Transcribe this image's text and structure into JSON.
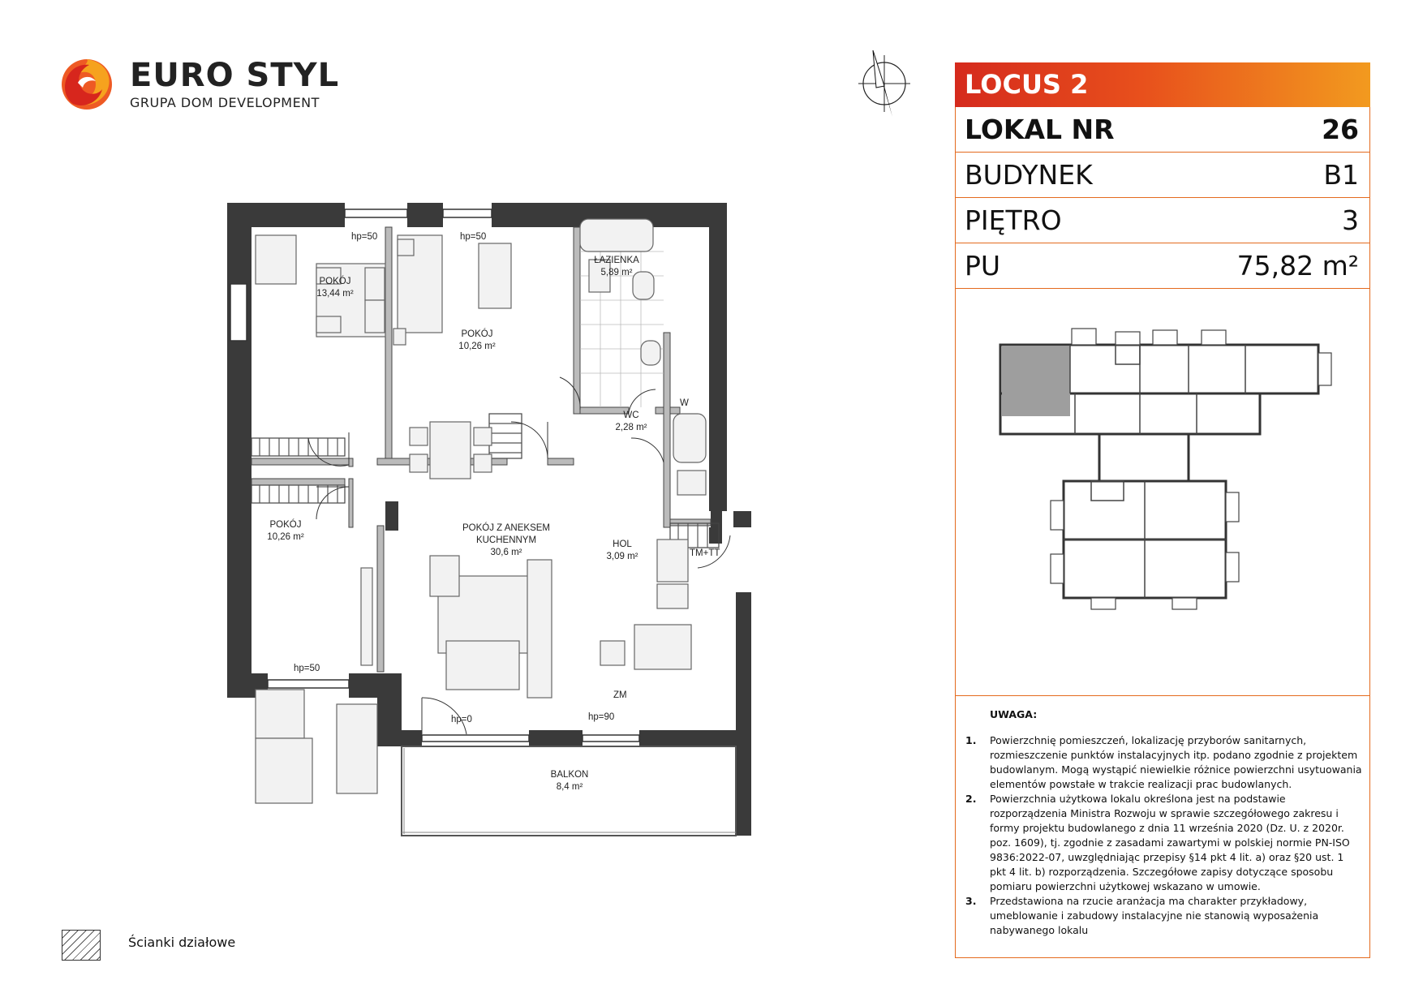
{
  "brand": {
    "name": "EURO STYL",
    "tagline": "GRUPA DOM DEVELOPMENT",
    "colors": {
      "accent_red": "#d52a1d",
      "accent_orange": "#f29a1f",
      "wall": "#3a3a3a"
    }
  },
  "info": {
    "project": "LOCUS 2",
    "rows": [
      {
        "label": "LOKAL NR",
        "value": "26"
      },
      {
        "label": "BUDYNEK",
        "value": "B1"
      },
      {
        "label": "PIĘTRO",
        "value": "3"
      },
      {
        "label": "PU",
        "value": "75,82 m²"
      }
    ]
  },
  "rooms": {
    "pokoj1": {
      "name": "POKÓJ",
      "area": "13,44 m²"
    },
    "pokoj2": {
      "name": "POKÓJ",
      "area": "10,26 m²"
    },
    "lazienka": {
      "name": "ŁAZIENKA",
      "area": "5,89 m²"
    },
    "wc": {
      "name": "WC",
      "area": "2,28 m²"
    },
    "pokoj3": {
      "name": "POKÓJ",
      "area": "10,26 m²"
    },
    "salon": {
      "name1": "POKÓJ Z ANEKSEM",
      "name2": "KUCHENNYM",
      "area": "30,6 m²"
    },
    "hol": {
      "name": "HOL",
      "area": "3,09 m²"
    },
    "balkon": {
      "name": "BALKON",
      "area": "8,4 m²"
    }
  },
  "plan_tags": {
    "hp50": "hp=50",
    "hp0": "hp=0",
    "hp90": "hp=90",
    "zm": "ZM",
    "tmtt": "TM+TT",
    "w": "W"
  },
  "notes": {
    "title": "UWAGA:",
    "items": [
      {
        "num": "1.",
        "text": "Powierzchnię pomieszczeń, lokalizację przyborów sanitarnych, rozmieszczenie punktów instalacyjnych itp. podano zgodnie z projektem budowlanym. Mogą wystąpić niewielkie różnice powierzchni usytuowania elementów powstałe w trakcie realizacji prac budowlanych."
      },
      {
        "num": "2.",
        "text": "Powierzchnia użytkowa lokalu określona jest na podstawie rozporządzenia Ministra Rozwoju w sprawie szczegółowego zakresu i formy projektu budowlanego z dnia 11 września 2020 (Dz. U. z 2020r. poz. 1609), tj. zgodnie z zasadami zawartymi w polskiej normie PN-ISO 9836:2022-07, uwzględniając przepisy §14 pkt 4 lit. a) oraz §20 ust. 1 pkt 4 lit. b) rozporządzenia. Szczegółowe zapisy dotyczące sposobu pomiaru powierzchni użytkowej wskazano w umowie."
      },
      {
        "num": "3.",
        "text": "Przedstawiona na rzucie aranżacja ma charakter przykładowy, umeblowanie i zabudowy instalacyjne nie stanowią wyposażenia nabywanego lokalu"
      }
    ]
  },
  "legend": {
    "label": "Ścianki działowe"
  },
  "icons": [
    "logo-flame-icon",
    "north-arrow-icon",
    "hatch-swatch-icon"
  ]
}
